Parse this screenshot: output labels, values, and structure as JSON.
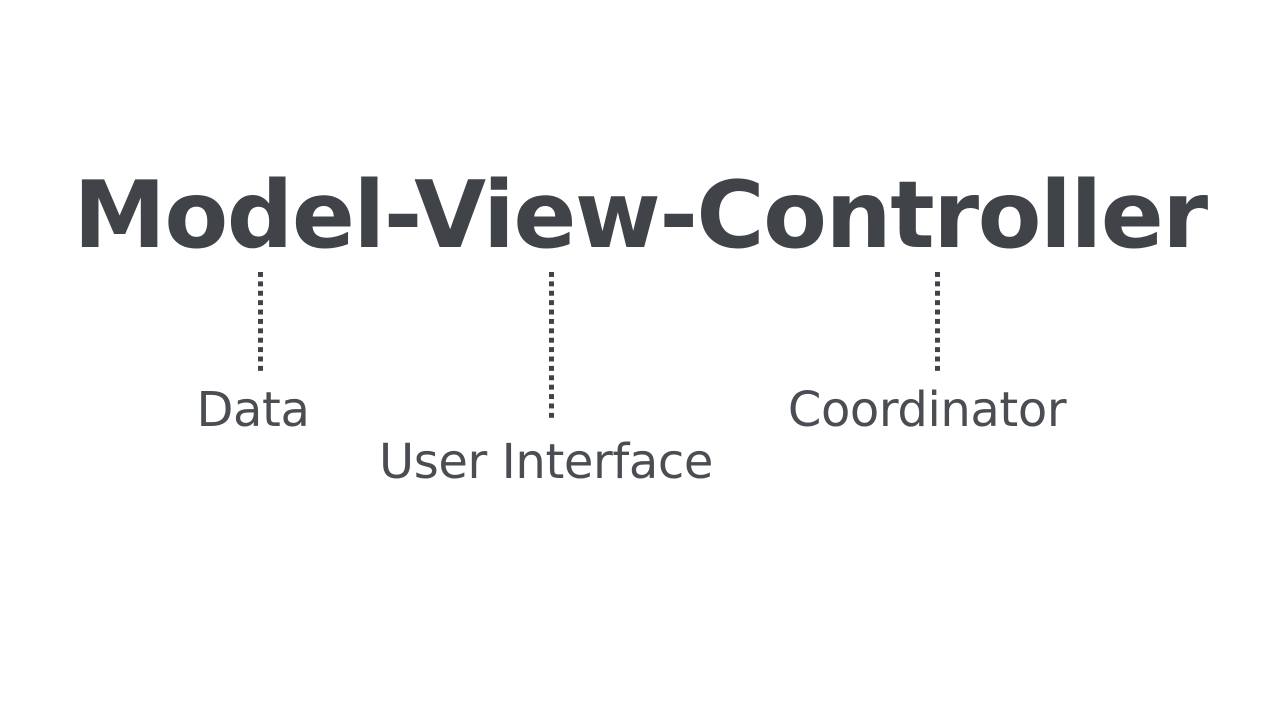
{
  "slide": {
    "background_color": "#ffffff",
    "title": {
      "text": "Model-View-Controller",
      "color": "#404348"
    },
    "accent_color": "#404348",
    "label_color": "#4a4d52",
    "items": [
      {
        "term": "Model",
        "label": "Data",
        "connector": "dotted-vertical-line"
      },
      {
        "term": "View",
        "label": "User Interface",
        "connector": "dotted-vertical-line"
      },
      {
        "term": "Controller",
        "label": "Coordinator",
        "connector": "dotted-vertical-line"
      }
    ]
  }
}
